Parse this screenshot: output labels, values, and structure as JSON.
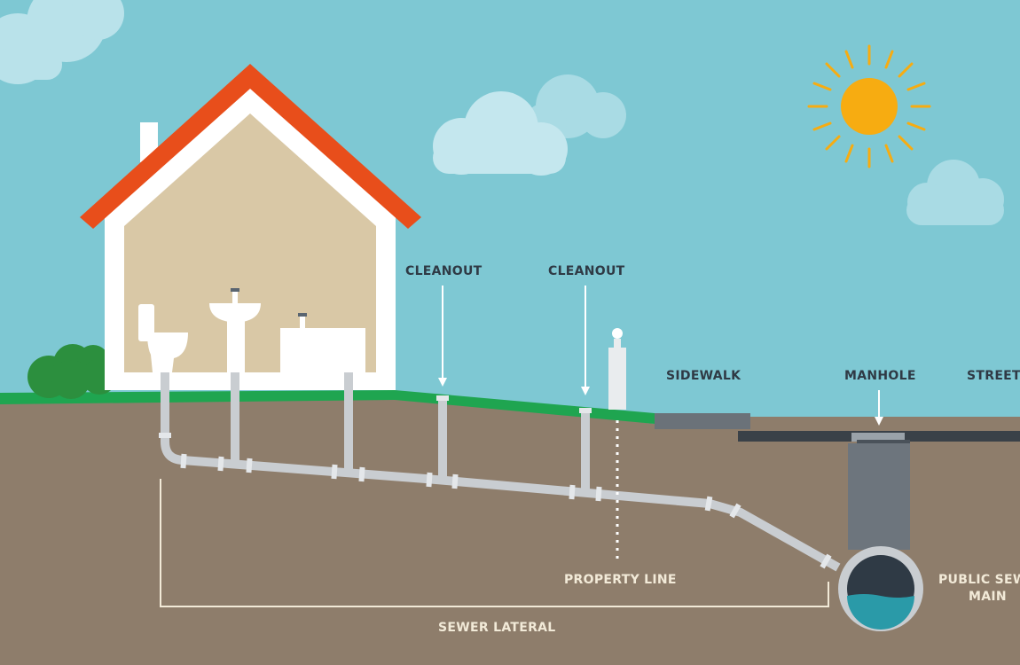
{
  "labels": {
    "cleanout_1": "CLEANOUT",
    "cleanout_2": "CLEANOUT",
    "sidewalk": "SIDEWALK",
    "manhole": "MANHOLE",
    "street": "STREET",
    "property_line": "PROPERTY LINE",
    "public_sewer_main_line1": "PUBLIC SEWER",
    "public_sewer_main_line2": "MAIN",
    "sewer_lateral": "SEWER LATERAL"
  },
  "colors": {
    "sky": "#7ec8d3",
    "soil": "#8e7d6b",
    "grass": "#1fa550",
    "roof": "#e84e1b",
    "house_wall": "#d9c8a6",
    "pipe": "#c9cdd1",
    "sun": "#f7ac11",
    "water": "#2a9aa8"
  }
}
